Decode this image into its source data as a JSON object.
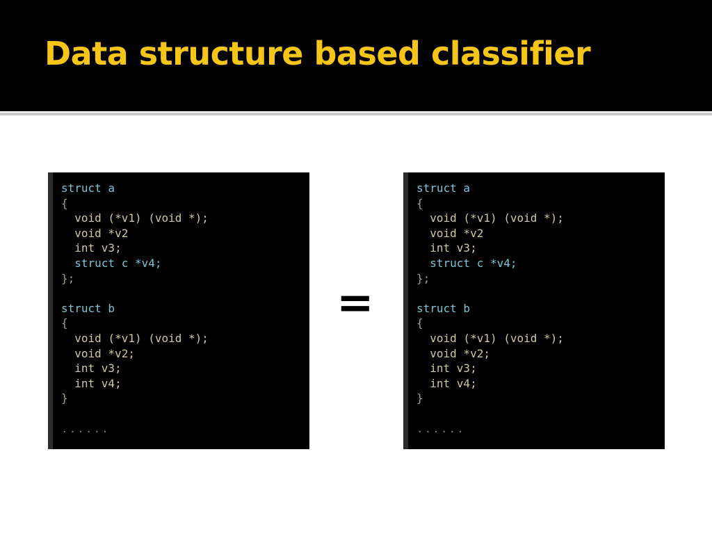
{
  "slide": {
    "title": "Data structure based classifier",
    "equals_sign": "="
  },
  "colors": {
    "title_bar": "#000000",
    "title_text": "#f5c518",
    "code_background": "#000000",
    "struct_keyword": "#7fc4d4",
    "member_text": "#cfc8a4"
  },
  "left_code": {
    "lines": [
      {
        "text": "struct a",
        "kind": "struct"
      },
      {
        "text": "{",
        "kind": "brace"
      },
      {
        "text": "  void (*v1) (void *);",
        "kind": "member"
      },
      {
        "text": "  void *v2",
        "kind": "member"
      },
      {
        "text": "  int v3;",
        "kind": "member"
      },
      {
        "text": "  struct c *v4;",
        "kind": "struct"
      },
      {
        "text": "};",
        "kind": "brace"
      },
      {
        "text": "",
        "kind": "blank"
      },
      {
        "text": "struct b",
        "kind": "struct"
      },
      {
        "text": "{",
        "kind": "brace"
      },
      {
        "text": "  void (*v1) (void *);",
        "kind": "member"
      },
      {
        "text": "  void *v2;",
        "kind": "member"
      },
      {
        "text": "  int v3;",
        "kind": "member"
      },
      {
        "text": "  int v4;",
        "kind": "member"
      },
      {
        "text": "}",
        "kind": "brace"
      },
      {
        "text": "",
        "kind": "blank"
      },
      {
        "text": "......",
        "kind": "dots"
      }
    ]
  },
  "right_code": {
    "lines": [
      {
        "text": "struct a",
        "kind": "struct"
      },
      {
        "text": "{",
        "kind": "brace"
      },
      {
        "text": "  void (*v1) (void *);",
        "kind": "member"
      },
      {
        "text": "  void *v2",
        "kind": "member"
      },
      {
        "text": "  int v3;",
        "kind": "member"
      },
      {
        "text": "  struct c *v4;",
        "kind": "struct"
      },
      {
        "text": "};",
        "kind": "brace"
      },
      {
        "text": "",
        "kind": "blank"
      },
      {
        "text": "struct b",
        "kind": "struct"
      },
      {
        "text": "{",
        "kind": "brace"
      },
      {
        "text": "  void (*v1) (void *);",
        "kind": "member"
      },
      {
        "text": "  void *v2;",
        "kind": "member"
      },
      {
        "text": "  int v3;",
        "kind": "member"
      },
      {
        "text": "  int v4;",
        "kind": "member"
      },
      {
        "text": "}",
        "kind": "brace"
      },
      {
        "text": "",
        "kind": "blank"
      },
      {
        "text": "......",
        "kind": "dots"
      }
    ]
  }
}
